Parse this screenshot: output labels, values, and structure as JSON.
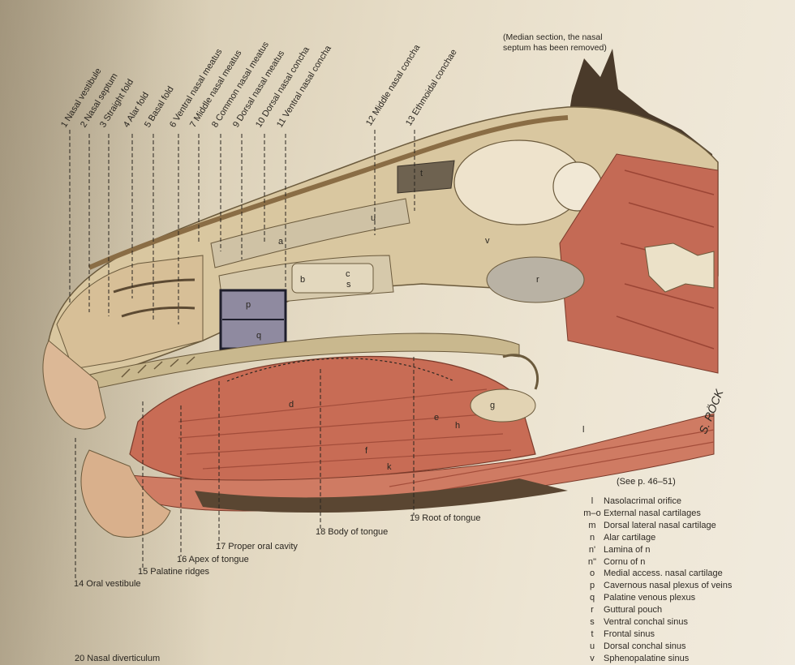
{
  "caption": {
    "line1": "(Median section, the nasal",
    "line2": "septum has been removed)"
  },
  "see_ref": "(See p. 46–51)",
  "signature": "S. RÖCK",
  "top_labels": [
    "1 Nasal vestibule",
    "2 Nasal septum",
    "3 Straight fold",
    "4 Alar fold",
    "5 Basal fold",
    "6 Ventral nasal meatus",
    "7 Middle nasal meatus",
    "8 Common nasal meatus",
    "9 Dorsal nasal meatus",
    "10 Dorsal nasal concha",
    "11 Ventral nasal concha",
    "12 Middle nasal concha",
    "13 Ethmoidal conchae"
  ],
  "bottom_labels": [
    "14 Oral vestibule",
    "15 Palatine ridges",
    "16 Apex of tongue",
    "17 Proper oral cavity",
    "18 Body of tongue",
    "19 Root of tongue",
    "20 Nasal diverticulum"
  ],
  "figure_letters": [
    "t",
    "u",
    "v",
    "a",
    "b",
    "c",
    "s",
    "r",
    "p",
    "q",
    "d",
    "e",
    "g",
    "h",
    "f",
    "k",
    "l"
  ],
  "legend": [
    {
      "letter": "l",
      "text": "Nasolacrimal orifice"
    },
    {
      "letter": "m–o",
      "text": "External nasal cartilages"
    },
    {
      "letter": "m",
      "text": "Dorsal lateral nasal cartilage"
    },
    {
      "letter": "n",
      "text": "Alar cartilage"
    },
    {
      "letter": "n'",
      "text": "Lamina of n"
    },
    {
      "letter": "n''",
      "text": "Cornu of n"
    },
    {
      "letter": "o",
      "text": "Medial access. nasal cartilage"
    },
    {
      "letter": "p",
      "text": "Cavernous nasal plexus of veins"
    },
    {
      "letter": "q",
      "text": "Palatine venous plexus"
    },
    {
      "letter": "r",
      "text": "Guttural pouch"
    },
    {
      "letter": "s",
      "text": "Ventral conchal sinus"
    },
    {
      "letter": "t",
      "text": "Frontal sinus"
    },
    {
      "letter": "u",
      "text": "Dorsal conchal sinus"
    },
    {
      "letter": "v",
      "text": "Sphenopalatine sinus"
    }
  ]
}
